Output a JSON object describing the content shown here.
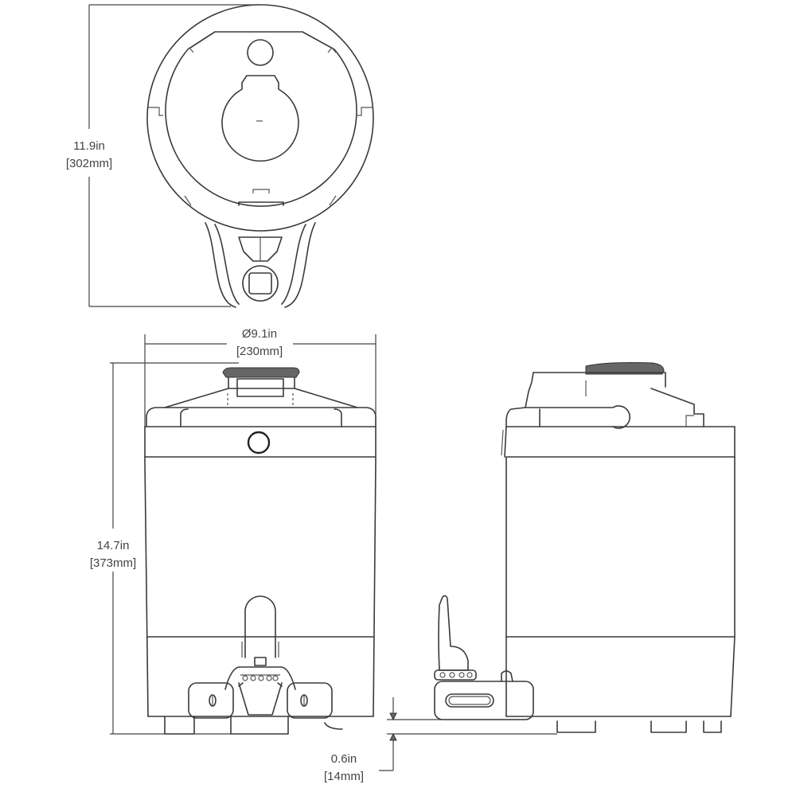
{
  "diagram": {
    "subject": "Beverage server / coffee dispenser dimension drawing",
    "views": [
      "top-view",
      "front-view",
      "side-view"
    ],
    "line_color": "#3a3a3a",
    "background": "#ffffff"
  },
  "dimensions": {
    "top_depth": {
      "imperial": "11.9in",
      "metric": "[302mm]"
    },
    "diameter": {
      "imperial": "Ø9.1in",
      "metric": "[230mm]"
    },
    "height": {
      "imperial": "14.7in",
      "metric": "[373mm]"
    },
    "base_clearance": {
      "imperial": "0.6in",
      "metric": "[14mm]"
    }
  }
}
